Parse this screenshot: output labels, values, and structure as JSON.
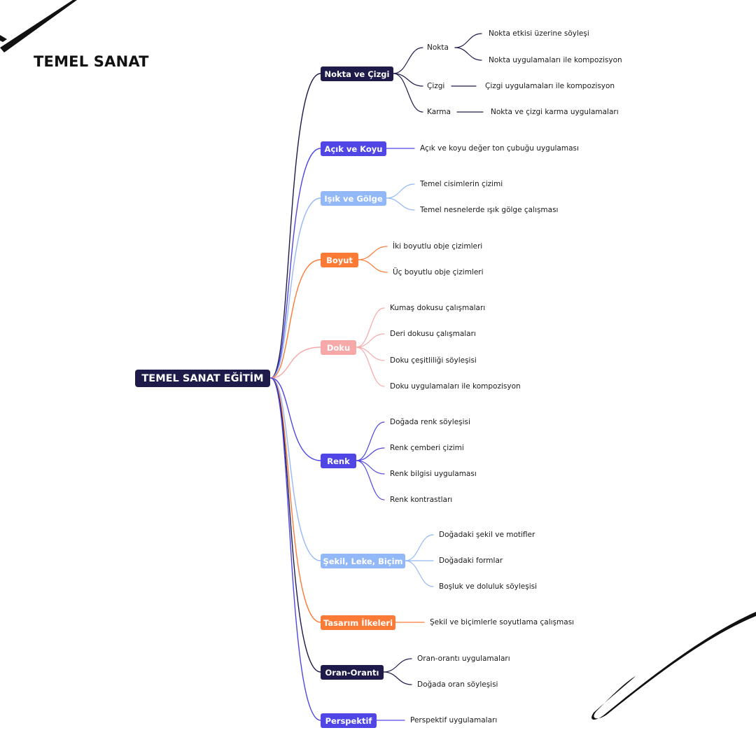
{
  "page_title": "TEMEL SANAT",
  "colors": {
    "dark_navy": "#1e1b4b",
    "indigo": "#4f46e5",
    "light_blue": "#93b8f8",
    "orange": "#fb7a35",
    "pink": "#f7a8a8"
  },
  "root": {
    "label": "TEMEL SANAT EĞİTİM"
  },
  "branches": [
    {
      "label": "Nokta ve Çizgi",
      "color": "#1e1b4b",
      "subs": [
        {
          "label": "Nokta",
          "leaves": [
            "Nokta etkisi üzerine söyleşi",
            "Nokta uygulamaları ile kompozisyon"
          ]
        },
        {
          "label": "Çizgi",
          "leaves": [
            "Çizgi uygulamaları ile kompozisyon"
          ]
        },
        {
          "label": "Karma",
          "leaves": [
            "Nokta ve çizgi karma uygulamaları"
          ]
        }
      ]
    },
    {
      "label": "Açık ve Koyu",
      "color": "#4f46e5",
      "leaves": [
        "Açık ve koyu değer ton çubuğu uygulaması"
      ]
    },
    {
      "label": "Işık ve Gölge",
      "color": "#93b8f8",
      "leaves": [
        "Temel cisimlerin çizimi",
        "Temel nesnelerde ışık gölge çalışması"
      ]
    },
    {
      "label": "Boyut",
      "color": "#fb7a35",
      "leaves": [
        "İki boyutlu obje çizimleri",
        "Üç boyutlu obje çizimleri"
      ]
    },
    {
      "label": "Doku",
      "color": "#f7a8a8",
      "leaves": [
        "Kumaş dokusu çalışmaları",
        "Deri dokusu çalışmaları",
        "Doku çeşitliliği söyleşisi",
        "Doku uygulamaları ile kompozisyon"
      ]
    },
    {
      "label": "Renk",
      "color": "#4f46e5",
      "leaves": [
        "Doğada renk söyleşisi",
        "Renk çemberi çizimi",
        "Renk bilgisi uygulaması",
        "Renk kontrastları"
      ]
    },
    {
      "label": "Şekil, Leke, Biçim",
      "color": "#93b8f8",
      "leaves": [
        "Doğadaki şekil ve motifler",
        "Doğadaki formlar",
        "Boşluk ve doluluk söyleşisi"
      ]
    },
    {
      "label": "Tasarım İlkeleri",
      "color": "#fb7a35",
      "leaves": [
        "Şekil ve biçimlerle soyutlama çalışması"
      ]
    },
    {
      "label": "Oran-Orantı",
      "color": "#1e1b4b",
      "leaves": [
        "Oran-orantı uygulamaları",
        "Doğada oran söyleşisi"
      ]
    },
    {
      "label": "Perspektif",
      "color": "#4f46e5",
      "leaves": [
        "Perspektif uygulamaları"
      ]
    }
  ]
}
